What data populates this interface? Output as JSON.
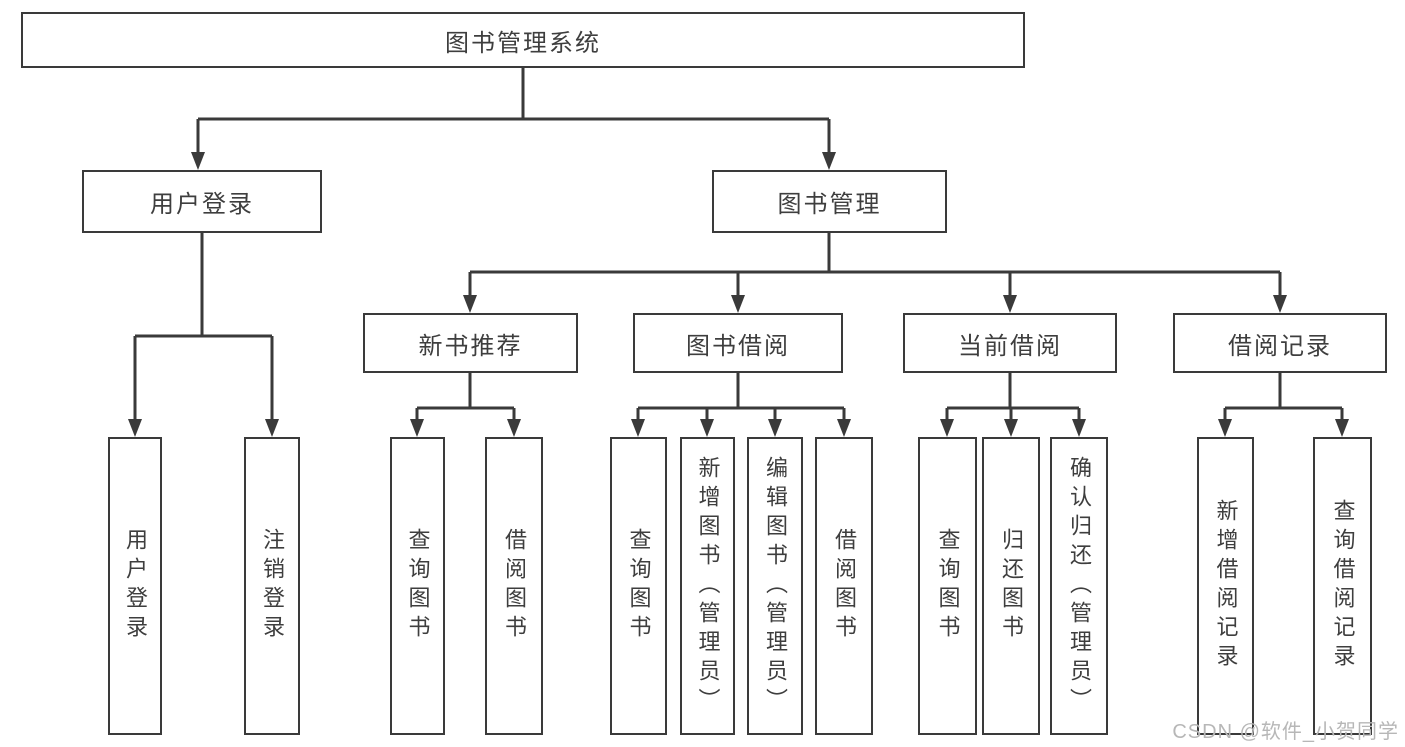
{
  "diagram_type": "hierarchy-tree",
  "colors": {
    "line": "#3a3a3a",
    "box_fill": "#ffffff",
    "text": "#3e3e3e",
    "watermark": "#b7b7b7"
  },
  "tree": {
    "root": {
      "label": "图书管理系统",
      "children": [
        {
          "label": "用户登录",
          "children": [
            {
              "label": "用户登录"
            },
            {
              "label": "注销登录"
            }
          ]
        },
        {
          "label": "图书管理",
          "children": [
            {
              "label": "新书推荐",
              "children": [
                {
                  "label": "查询图书"
                },
                {
                  "label": "借阅图书"
                }
              ]
            },
            {
              "label": "图书借阅",
              "children": [
                {
                  "label": "查询图书"
                },
                {
                  "label": "新增图书（管理员）"
                },
                {
                  "label": "编辑图书（管理员）"
                },
                {
                  "label": "借阅图书"
                }
              ]
            },
            {
              "label": "当前借阅",
              "children": [
                {
                  "label": "查询图书"
                },
                {
                  "label": "归还图书"
                },
                {
                  "label": "确认归还（管理员）"
                }
              ]
            },
            {
              "label": "借阅记录",
              "children": [
                {
                  "label": "新增借阅记录"
                },
                {
                  "label": "查询借阅记录"
                }
              ]
            }
          ]
        }
      ]
    }
  },
  "watermark": {
    "text": "CSDN @软件_小贺同学"
  }
}
